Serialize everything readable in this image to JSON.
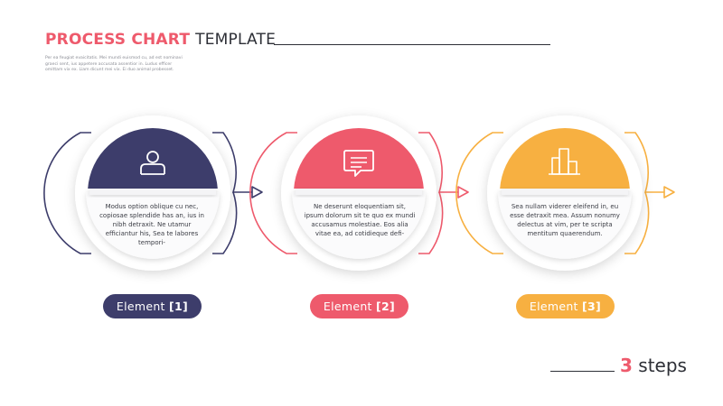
{
  "header": {
    "title_bold": "PROCESS CHART",
    "title_light": "TEMPLATE",
    "blurb": "Per ea feugiat evaicitatis. Mei mundi euismod cu, ad est nominavi graeci sent, ius appetere accusata assentior in. Ludus efficer omittam vix ex. Liam dicunt mei vix. Ei duo animal probesset."
  },
  "steps": [
    {
      "text": "Modus option oblique cu nec, copiosae splendide has an, ius in nibh detraxit. Ne utamur efficiantur his, Sea te labores tempori-",
      "label": "Element",
      "number": "[1]",
      "color": "#3d3d6b",
      "icon": "user-icon"
    },
    {
      "text": "Ne deserunt eloquentiam sit, ipsum dolorum sit te quo ex mundi accusamus molestiae. Eos alia vitae ea, ad cotidieque defi-",
      "label": "Element",
      "number": "[2]",
      "color": "#ee5a6c",
      "icon": "chat-icon"
    },
    {
      "text": "Sea nullam viderer eleifend in, eu esse detraxit mea. Assum nonumy delectus at vim, per te scripta mentitum quaerendum.",
      "label": "Element",
      "number": "[3]",
      "color": "#f7b041",
      "icon": "buildings-icon"
    }
  ],
  "footer": {
    "count": "3",
    "word": "steps"
  }
}
